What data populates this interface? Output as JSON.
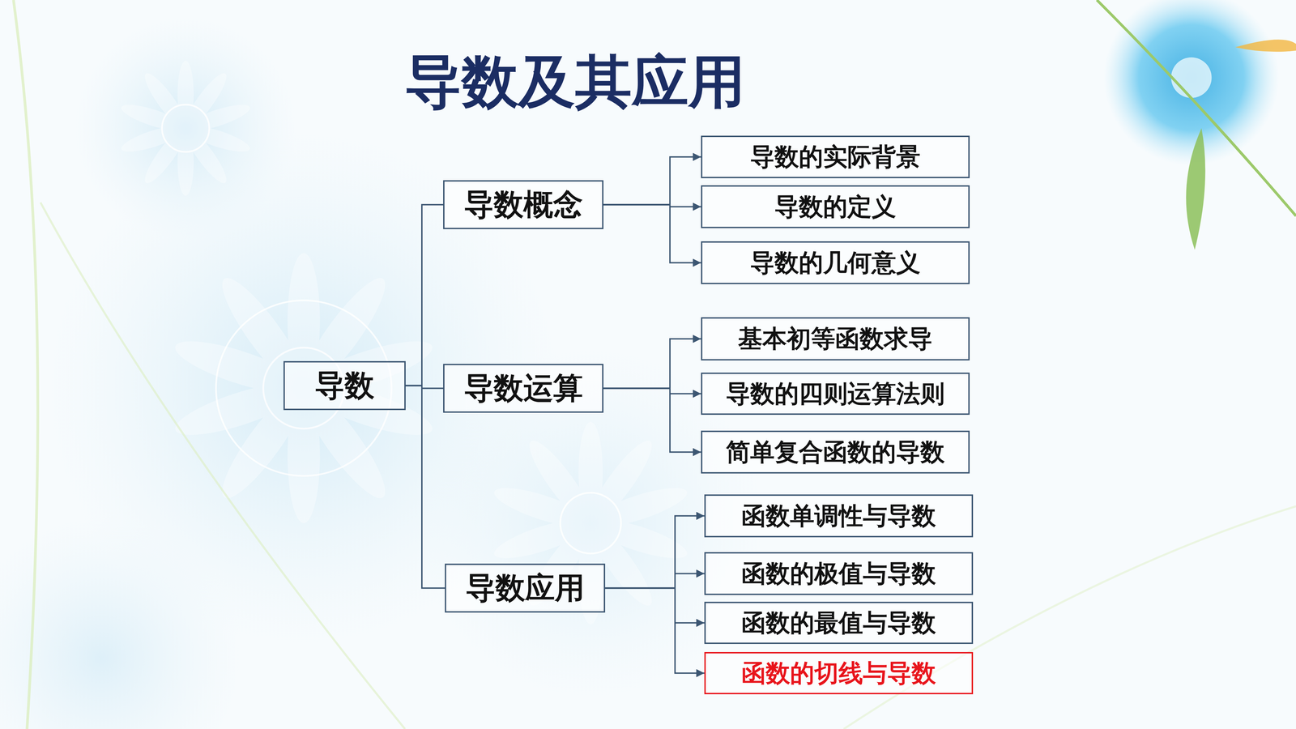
{
  "diagram": {
    "title": "导数及其应用",
    "nodes": [
      {
        "text": [
          "导数"
        ]
      },
      {
        "text": [
          "导数概念"
        ]
      },
      {
        "text": [
          "导数的实际背景"
        ]
      },
      {
        "text": [
          "导数的定义"
        ]
      },
      {
        "text": [
          "导数的几何意义"
        ]
      },
      {
        "text": [
          "导数运算"
        ]
      },
      {
        "text": [
          "基本初等函数求导"
        ]
      },
      {
        "text": [
          "导数的四则运算法则"
        ]
      },
      {
        "text": [
          "简单复合函数的导数"
        ]
      },
      {
        "text": [
          "导数应用"
        ]
      },
      {
        "text": [
          "函数单调性与导数"
        ]
      },
      {
        "text": [
          "函数的极值与导数"
        ]
      },
      {
        "text": [
          "函数的最值与导数"
        ]
      },
      {
        "text": [
          "函数的切线与导数"
        ]
      }
    ],
    "edges": [
      {
        "from": 0,
        "to": 1,
        "arrow": "none"
      },
      {
        "from": 0,
        "to": 5,
        "arrow": "none"
      },
      {
        "from": 0,
        "to": 9,
        "arrow": "none"
      },
      {
        "from": 1,
        "to": 2,
        "arrow": "to"
      },
      {
        "from": 1,
        "to": 3,
        "arrow": "to"
      },
      {
        "from": 1,
        "to": 4,
        "arrow": "to"
      },
      {
        "from": 5,
        "to": 6,
        "arrow": "to"
      },
      {
        "from": 5,
        "to": 7,
        "arrow": "to"
      },
      {
        "from": 5,
        "to": 8,
        "arrow": "to"
      },
      {
        "from": 9,
        "to": 10,
        "arrow": "to"
      },
      {
        "from": 9,
        "to": 11,
        "arrow": "to"
      },
      {
        "from": 9,
        "to": 12,
        "arrow": "to"
      },
      {
        "from": 9,
        "to": 13,
        "arrow": "to"
      }
    ]
  }
}
